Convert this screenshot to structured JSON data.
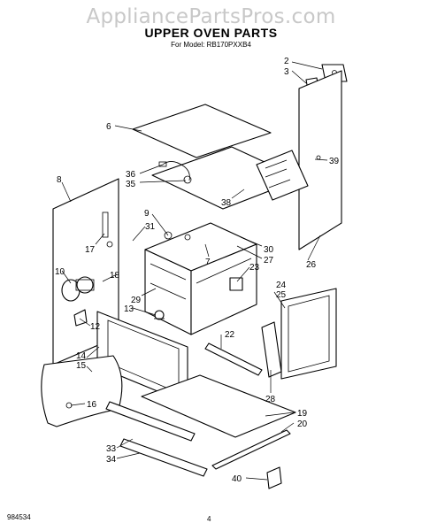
{
  "watermark": "AppliancePartsPros.com",
  "title": "UPPER OVEN PARTS",
  "model_line": "For Model: RB170PXXB4",
  "document_number": "984534",
  "page_number": "4",
  "callouts": {
    "c2": "2",
    "c3": "3",
    "c6": "6",
    "c39": "39",
    "c36": "36",
    "c35": "35",
    "c8": "8",
    "c38": "38",
    "c9": "9",
    "c31": "31",
    "c17": "17",
    "c30": "30",
    "c27": "27",
    "c7": "7",
    "c26": "26",
    "c10": "10",
    "c18": "18",
    "c23": "23",
    "c29": "29",
    "c24": "24",
    "c25": "25",
    "c13": "13",
    "c12": "12",
    "c22": "22",
    "c14": "14",
    "c15": "15",
    "c28": "28",
    "c16": "16",
    "c19": "19",
    "c20": "20",
    "c33": "33",
    "c34": "34",
    "c40": "40"
  }
}
